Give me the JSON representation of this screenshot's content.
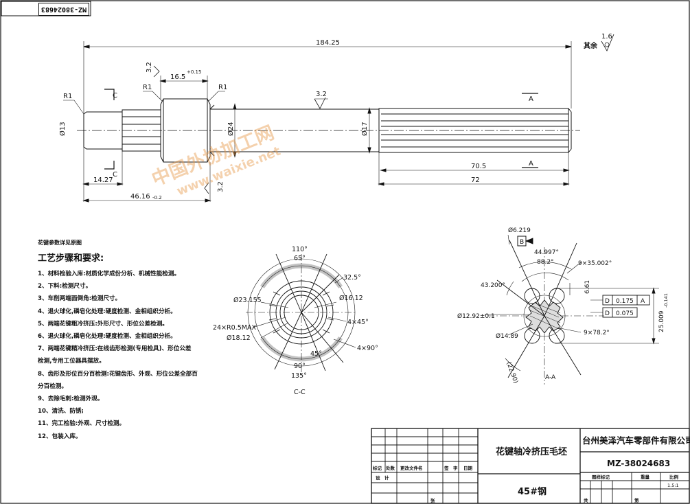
{
  "drawing_code_rotated": "MZ-38024683",
  "roughness_other": {
    "prefix": "其余",
    "value": "1.6"
  },
  "main_view": {
    "dim_total": "184.25",
    "dim_collar_width": "16.5",
    "dim_collar_tol": "+0.15",
    "dim_left_spline": "14.27",
    "dim_left_to_collar": "46.16",
    "dim_left_to_collar_tol": "-0.2",
    "dim_spline_70": "70.5",
    "dim_spline_72": "72",
    "diam_13": "Ø13",
    "diam_24": "Ø24",
    "diam_17": "Ø17",
    "r1_a": "R1",
    "r1_b": "R1",
    "r1_c": "R1",
    "rough_a": "3.2",
    "rough_b": "3.2",
    "rough_c": "3.2",
    "section_c_top": "C",
    "section_c_bot": "C",
    "section_a_top": "A",
    "section_a_bot": "A",
    "watermark_1": "中国外协加工网",
    "watermark_2": "www.waixie.net"
  },
  "notes": {
    "subtitle": "花键参数详见原图",
    "heading": "工艺步骤和要求:",
    "steps": [
      "1、材料检验入库:材质化学成份分析、机械性能检测。",
      "2、下料:检测尺寸。",
      "3、车削两端面倒角:检测尺寸。",
      "4、退火球化,磷皂化处理:硬度检测、金相组织分析。",
      "5、两端花键粗冷挤压:外形尺寸、形位公差检测。",
      "6、退火球化,磷皂化处理:硬度检测、金相组织分析。",
      "7、两端花键精冷挤压:在线齿形检测(专用检具)、形位公差",
      "检测,专用工位器具摆放。",
      "8、齿形及形位百分百检测:花键齿形、外观、形位公差全部百",
      "分百检测。",
      "9、去除毛刺:检测外观。",
      "10、清洗、防锈;",
      "11、完工检验:外观、尺寸检测。",
      "12、包装入库。"
    ]
  },
  "section_cc": {
    "label": "C-C",
    "ang_110": "110°",
    "ang_65": "65°",
    "ang_32_5": "32.5°",
    "d_23155": "Ø23.155",
    "d_1612": "Ø16.12",
    "spline_spec": "24×R0.5MAX",
    "d_1812": "Ø18.12",
    "ang_4x45": "4×45°",
    "ang_4x90": "4×90°",
    "ang_45": "45°",
    "ang_90": "90°",
    "ang_135": "135°"
  },
  "section_aa": {
    "label": "A-A",
    "d_6219": "Ø6.219",
    "datum_b": "B",
    "ang_44997": "44.997°",
    "ang_882": "88.2°",
    "ang_9x35": "9×35.002°",
    "ang_43200": "43.200°",
    "dim_661": "6.61",
    "tol1_sym": "D",
    "tol1_val": "0.175",
    "tol1_ref": "A",
    "tol2_sym": "D",
    "tol2_val": "0.075",
    "dim_25009": "25.009",
    "dim_25009_tol": "-0.141",
    "d_1292": "Ø12.92±0.1",
    "d_1489": "Ø14.89",
    "ang_9x782": "9×78.2°",
    "dim_2290": "(22.90)"
  },
  "title_block": {
    "part_name": "花键轴冷挤压毛坯",
    "company": "台州美泽汽车零部件有限公司",
    "drawing_no": "MZ-38024683",
    "material": "45#钢",
    "hdr_mark": "标记",
    "hdr_count": "处数",
    "hdr_file": "更改文件名",
    "hdr_sign": "签　字",
    "hdr_date": "日期",
    "row_design": "设　计",
    "row_stage": "图样标记",
    "row_weight": "重量",
    "row_scale": "比例",
    "scale_value": "1.5:1",
    "row_total": "共",
    "row_sheet": "第",
    "row_zhang": "张"
  }
}
